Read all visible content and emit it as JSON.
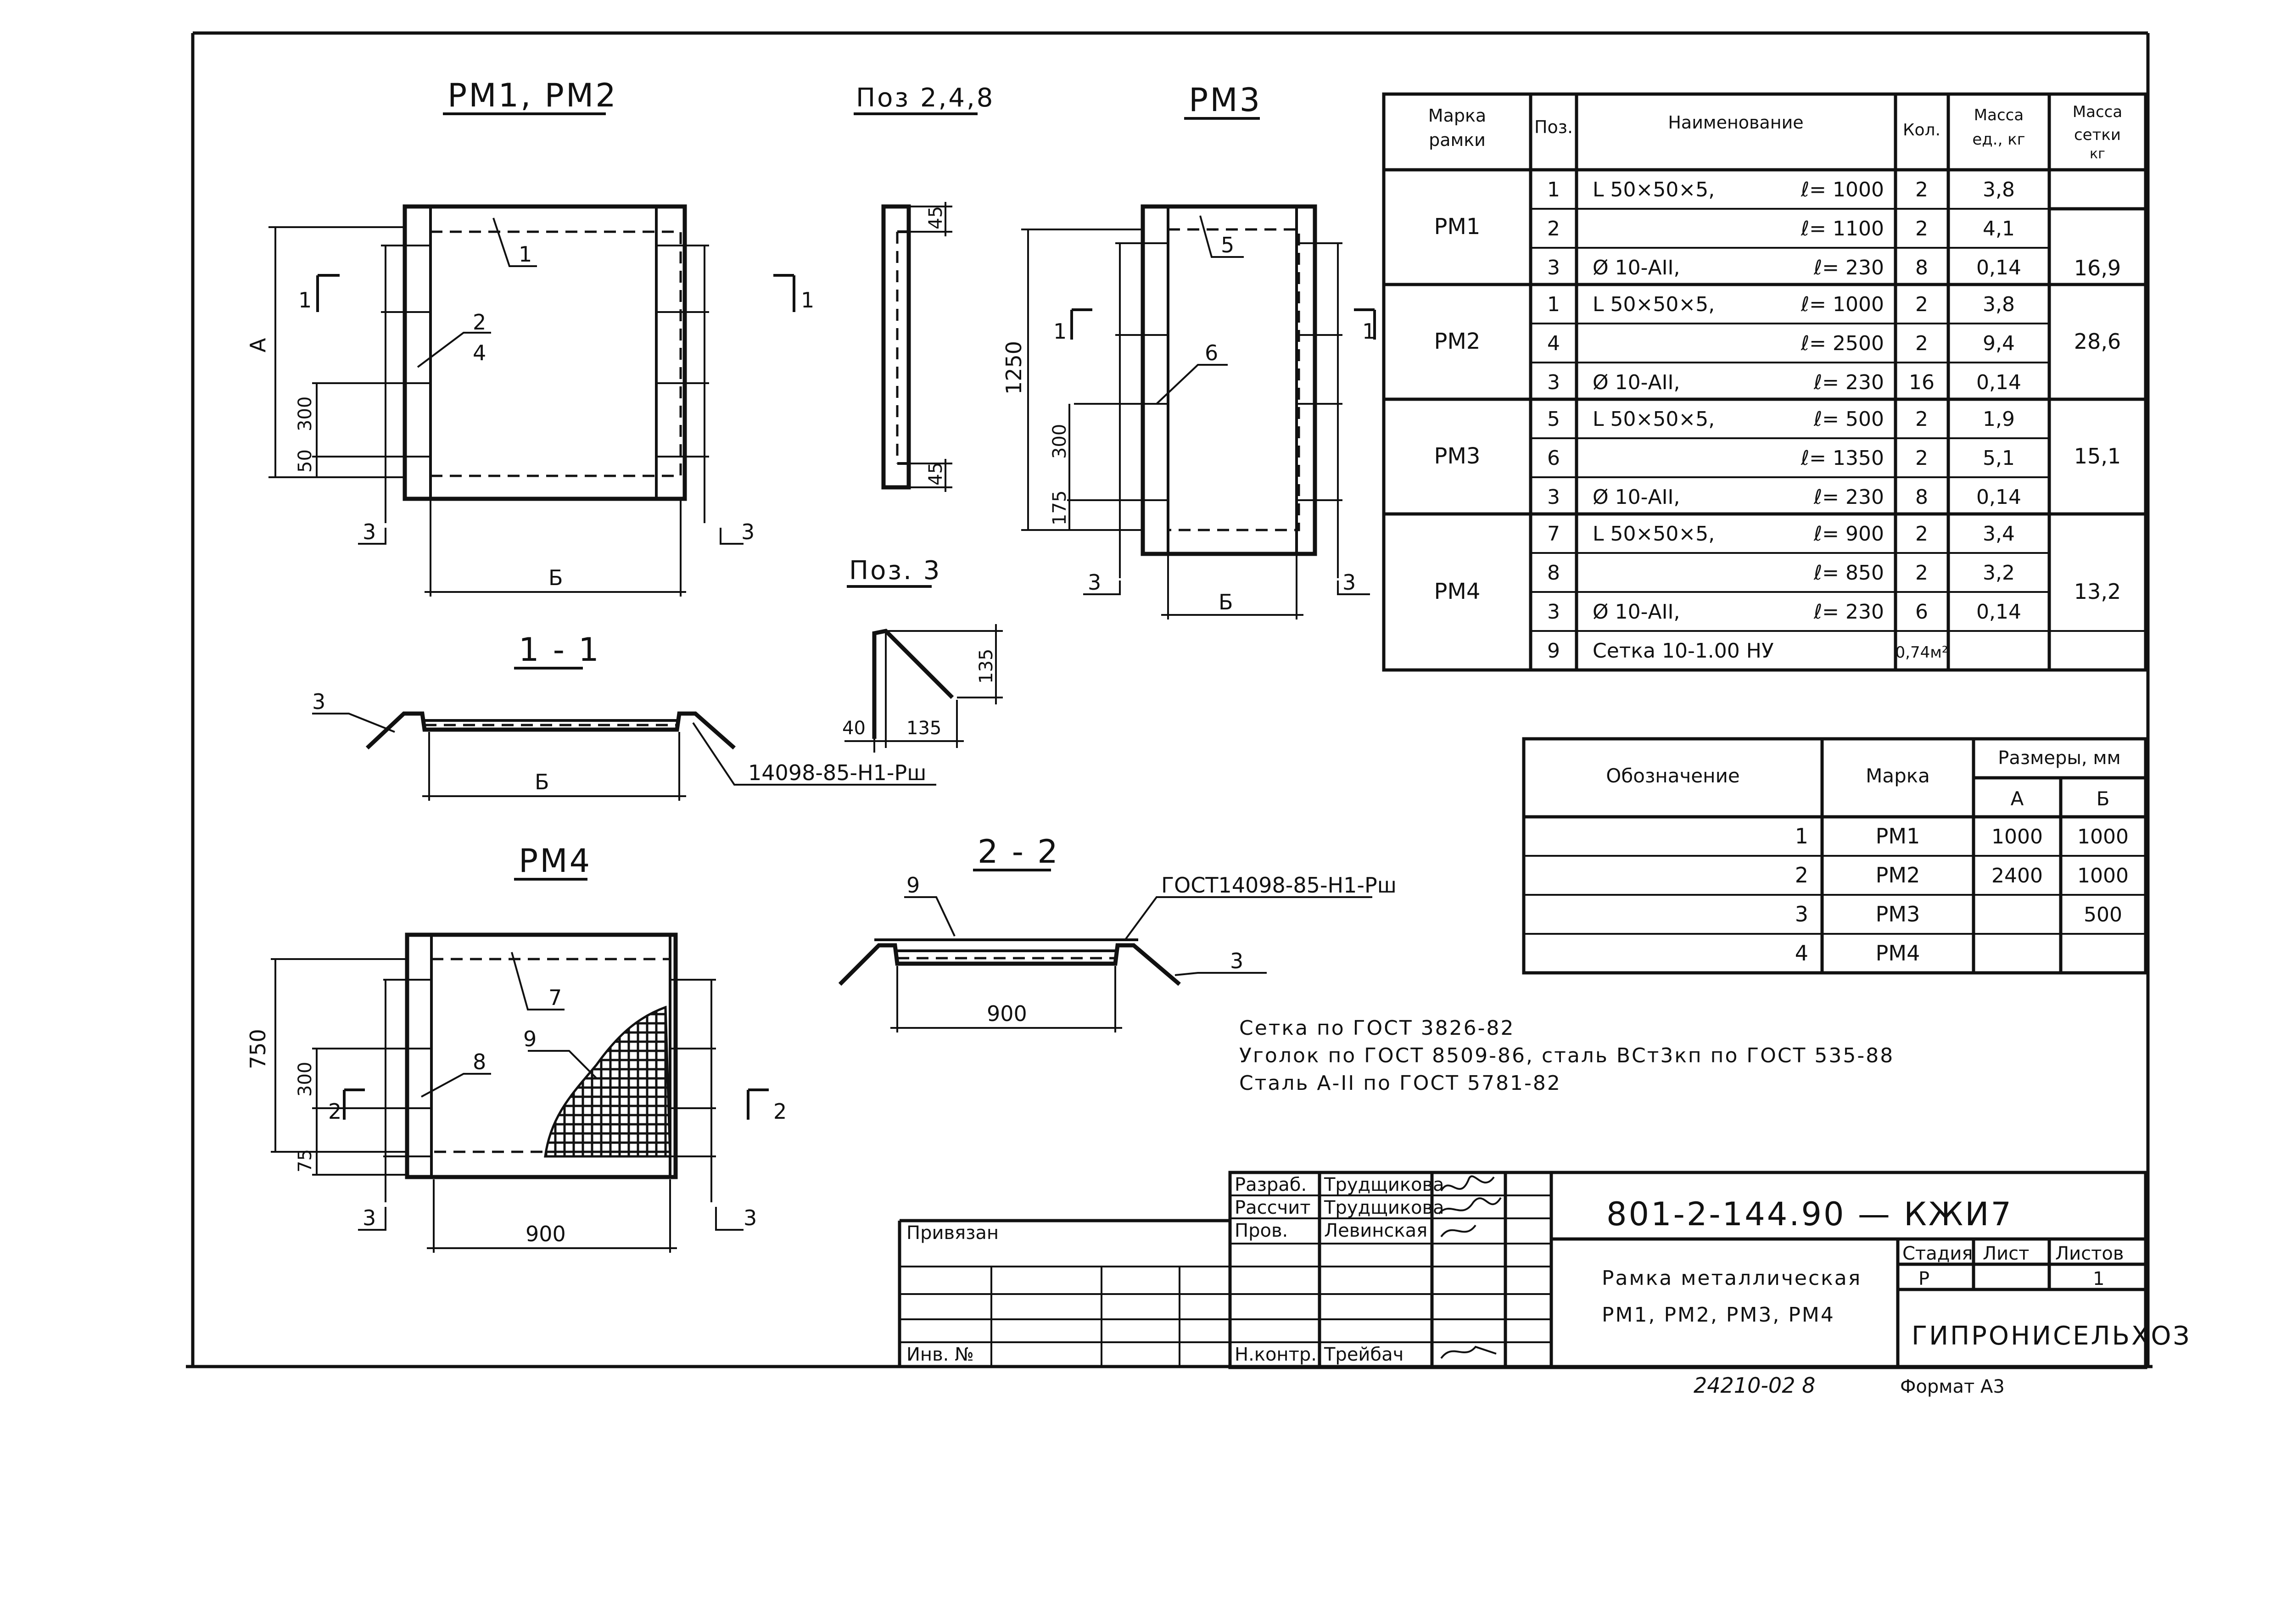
{
  "views": {
    "rm12_title": "РМ1, РМ2",
    "poz248_title": "Поз 2,4,8",
    "rm3_title": "РМ3",
    "rm4_title": "РМ4",
    "poz3_title": "Поз. 3",
    "sec11_title": "1 - 1",
    "sec22_title": "2 - 2"
  },
  "labels": {
    "dim_A": "А",
    "dim_B": "Б",
    "dim_300": "300",
    "dim_50": "50",
    "dim_45": "45",
    "dim_1250": "1250",
    "dim_175": "175",
    "dim_750": "750",
    "dim_75": "75",
    "dim_900": "900",
    "dim_40": "40",
    "dim_135": "135",
    "pos_1": "1",
    "pos_2": "2",
    "pos_3": "3",
    "pos_4": "4",
    "pos_5": "5",
    "pos_6": "6",
    "pos_7": "7",
    "pos_8": "8",
    "pos_9": "9",
    "cut_1": "1",
    "cut_2": "2",
    "weld_11": "14098-85-Н1-Рш",
    "weld_22": "ГОСТ14098-85-Н1-Рш"
  },
  "spec_table": {
    "headers": [
      "Марка рамки",
      "Поз.",
      "Наименование",
      "Кол.",
      "Масса ед., кг",
      "Масса сетки кг"
    ],
    "groups": [
      {
        "mark": "РМ1",
        "mass": "16,9",
        "rows": [
          {
            "pos": "1",
            "name": "L 50×50×5,",
            "len": "ℓ= 1000",
            "qty": "2",
            "unit": "3,8"
          },
          {
            "pos": "2",
            "name": "",
            "len": "ℓ= 1100",
            "qty": "2",
            "unit": "4,1"
          },
          {
            "pos": "3",
            "name": "Ø 10-АII,",
            "len": "ℓ= 230",
            "qty": "8",
            "unit": "0,14"
          }
        ]
      },
      {
        "mark": "РМ2",
        "mass": "28,6",
        "rows": [
          {
            "pos": "1",
            "name": "L 50×50×5,",
            "len": "ℓ= 1000",
            "qty": "2",
            "unit": "3,8"
          },
          {
            "pos": "4",
            "name": "",
            "len": "ℓ= 2500",
            "qty": "2",
            "unit": "9,4"
          },
          {
            "pos": "3",
            "name": "Ø 10-АII,",
            "len": "ℓ= 230",
            "qty": "16",
            "unit": "0,14"
          }
        ]
      },
      {
        "mark": "РМ3",
        "mass": "15,1",
        "rows": [
          {
            "pos": "5",
            "name": "L 50×50×5,",
            "len": "ℓ= 500",
            "qty": "2",
            "unit": "1,9"
          },
          {
            "pos": "6",
            "name": "",
            "len": "ℓ= 1350",
            "qty": "2",
            "unit": "5,1"
          },
          {
            "pos": "3",
            "name": "Ø 10-АII,",
            "len": "ℓ= 230",
            "qty": "8",
            "unit": "0,14"
          }
        ]
      },
      {
        "mark": "РМ4",
        "mass": "13,2",
        "rows": [
          {
            "pos": "7",
            "name": "L 50×50×5,",
            "len": "ℓ= 900",
            "qty": "2",
            "unit": "3,4"
          },
          {
            "pos": "8",
            "name": "",
            "len": "ℓ= 850",
            "qty": "2",
            "unit": "3,2"
          },
          {
            "pos": "3",
            "name": "Ø 10-АII,",
            "len": "ℓ= 230",
            "qty": "6",
            "unit": "0,14"
          },
          {
            "pos": "9",
            "name": "Сетка 10-1.00 НУ",
            "len": "",
            "qty": "0,74м²",
            "unit": ""
          }
        ]
      }
    ]
  },
  "size_table": {
    "h_designation": "Обозначение",
    "h_mark": "Марка",
    "h_sizes": "Размеры, мм",
    "h_A": "А",
    "h_B": "Б",
    "rows": [
      {
        "n": "1",
        "mark": "РМ1",
        "a": "1000",
        "b": "1000"
      },
      {
        "n": "2",
        "mark": "РМ2",
        "a": "2400",
        "b": "1000"
      },
      {
        "n": "3",
        "mark": "РМ3",
        "a": "",
        "b": "500"
      },
      {
        "n": "4",
        "mark": "РМ4",
        "a": "",
        "b": ""
      }
    ]
  },
  "notes": [
    "Сетка по ГОСТ 3826-82",
    "Уголок по ГОСТ 8509-86, сталь ВСт3кп по ГОСТ 535-88",
    "Сталь А-II по ГОСТ 5781-82"
  ],
  "title_block": {
    "privyazan": "Привязан",
    "inv": "Инв. №",
    "r1_role": "Разраб.",
    "r1_name": "Трудщикова",
    "r2_role": "Рассчит",
    "r2_name": "Трудщикова",
    "r3_role": "Пров.",
    "r3_name": "Левинская",
    "r4_role": "Н.контр.",
    "r4_name": "Трейбач",
    "code": "801-2-144.90 — КЖИ7",
    "name_line1": "Рамка металлическая",
    "name_line2": "РМ1, РМ2, РМ3, РМ4",
    "h_stage": "Стадия",
    "h_sheet": "Лист",
    "h_sheets": "Листов",
    "stage": "Р",
    "sheet": "",
    "sheets": "1",
    "org": "ГИПРОНИСЕЛЬХОЗ",
    "archive": "24210-02  8",
    "format": "Формат А3"
  }
}
